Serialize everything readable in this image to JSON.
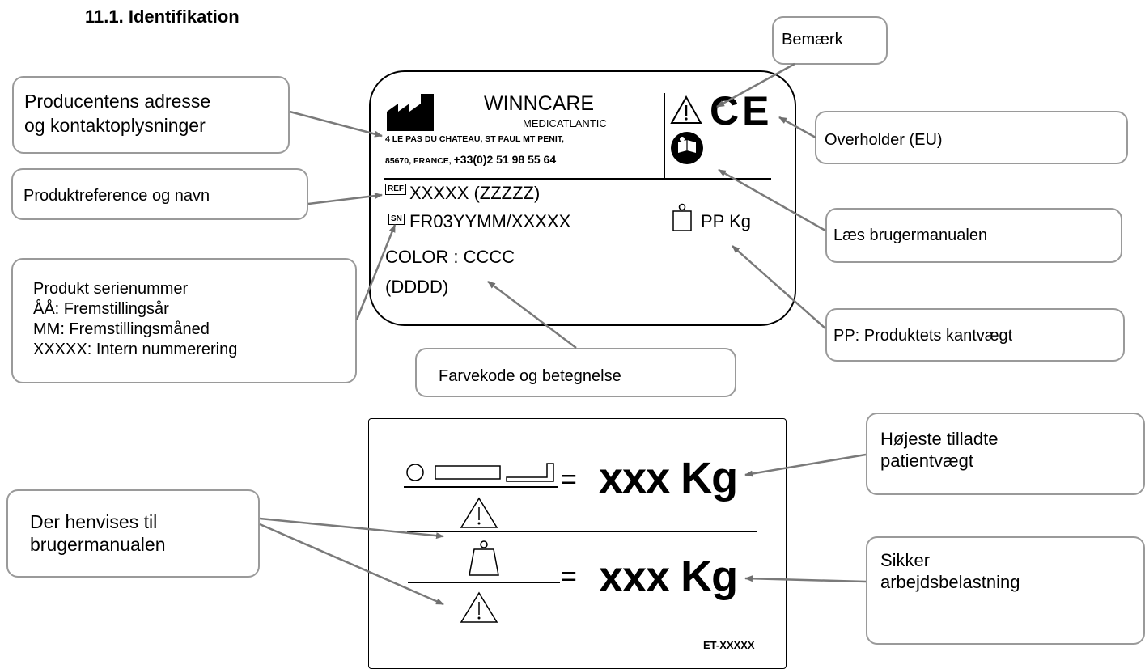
{
  "heading": "11.1. Identifikation",
  "callouts": {
    "bemaerk": "Bemærk",
    "producer": [
      "Producentens adresse",
      "og kontaktoplysninger"
    ],
    "overholder": "Overholder (EU)",
    "produktref": "Produktreference og navn",
    "laes": "Læs brugermanualen",
    "serie": [
      "Produkt serienummer",
      "ÅÅ: Fremstillingsår",
      "MM: Fremstillingsmåned",
      "XXXXX: Intern nummerering"
    ],
    "pp": "PP: Produktets kantvægt",
    "farve": "Farvekode og betegnelse",
    "hoejeste": [
      "Højeste tilladte",
      "patientvægt"
    ],
    "henvises": [
      "Der henvises til",
      "brugermanualen"
    ],
    "sikker": [
      "Sikker",
      "arbejdsbelastning"
    ]
  },
  "label": {
    "brand": "WINNCARE",
    "sub_brand": "MEDICATLANTIC",
    "address_1": "4 LE PAS DU CHATEAU, ST PAUL MT PENIT,",
    "address_2": "85670, FRANCE,",
    "phone": "+33(0)2 51 98 55 64",
    "ce_mark": "CE",
    "ref_tag": "REF",
    "ref_value": "XXXXX (ZZZZZ)",
    "sn_tag": "SN",
    "sn_value": "FR03YYMM/XXXXX",
    "color": "COLOR : CCCC",
    "color_name": "(DDDD)",
    "weight": "PP Kg"
  },
  "load_label": {
    "patient_load": "xxx Kg",
    "safe_load": "xxx Kg",
    "code": "ET-XXXXX"
  },
  "icons": [
    "factory-icon",
    "warning-triangle-icon",
    "ce-mark-icon",
    "read-manual-icon",
    "weight-icon",
    "bed-icon",
    "load-weight-icon"
  ]
}
